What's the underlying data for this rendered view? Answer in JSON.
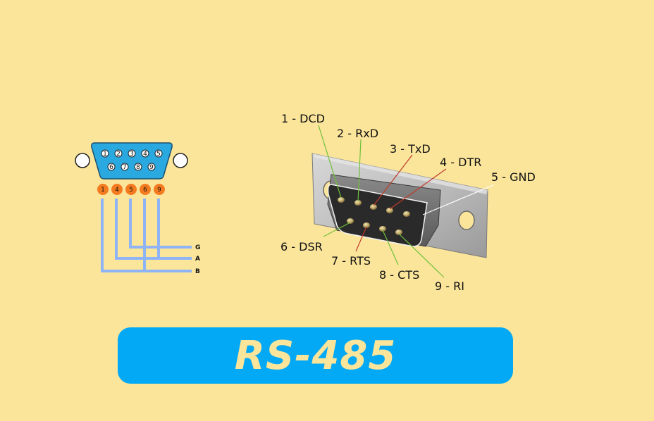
{
  "title": "RS-485",
  "colors": {
    "background": "#fbe59b",
    "banner": "#03a9f4",
    "banner_text": "#fbe59b",
    "small_connector": "#29a9e0",
    "pin_badge": "#f47b20",
    "wire": "#8fb4f5"
  },
  "small_connector": {
    "top_row": [
      "1",
      "2",
      "3",
      "4",
      "5"
    ],
    "bottom_row": [
      "6",
      "7",
      "8",
      "9"
    ],
    "used_pins": [
      "1",
      "4",
      "5",
      "6",
      "9"
    ],
    "wire_labels": [
      "G",
      "A",
      "B"
    ]
  },
  "pin_labels": [
    "1 - DCD",
    "2 - RxD",
    "3 - TxD",
    "4 - DTR",
    "5 - GND",
    "6 - DSR",
    "7 - RTS",
    "8 - CTS",
    "9 - RI"
  ]
}
